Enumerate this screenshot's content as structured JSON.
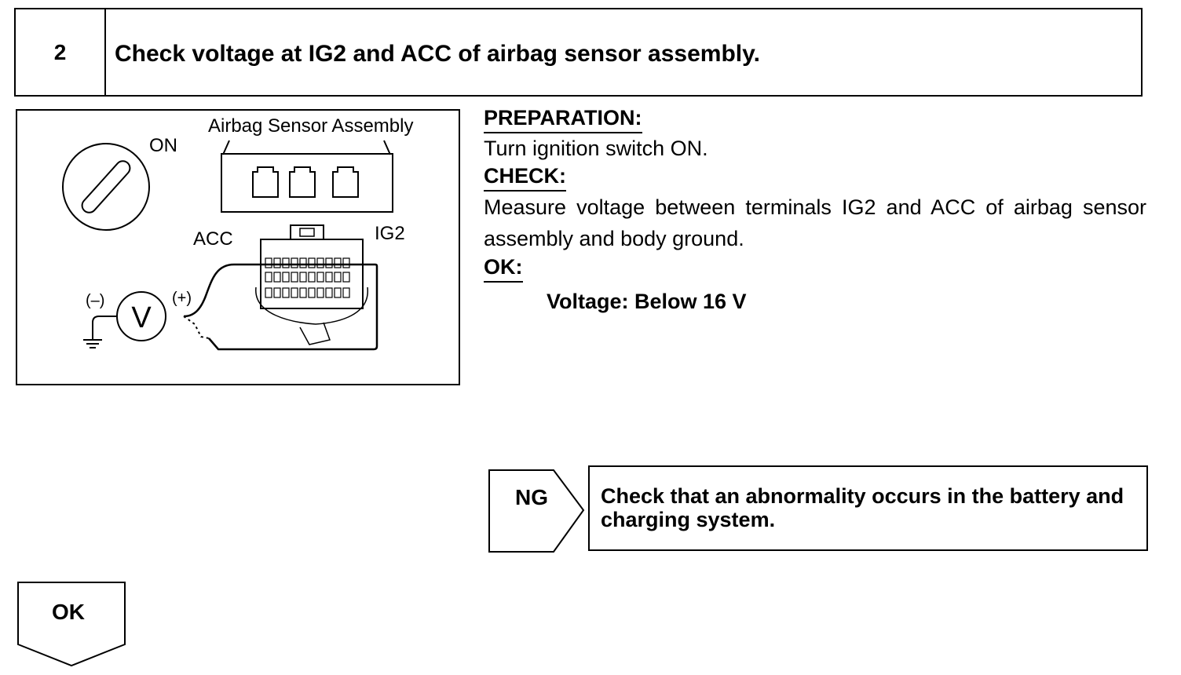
{
  "step": {
    "number": "2",
    "title": "Check voltage at IG2 and ACC of airbag sensor assembly."
  },
  "diagram": {
    "on_label": "ON",
    "assembly_label": "Airbag Sensor Assembly",
    "acc_label": "ACC",
    "ig2_label": "IG2",
    "minus_label": "(–)",
    "plus_label": "(+)",
    "meter_symbol": "V"
  },
  "instructions": {
    "preparation_heading": "PREPARATION:",
    "preparation_text": "Turn ignition switch ON.",
    "check_heading": "CHECK:",
    "check_text": "Measure voltage between terminals IG2 and ACC of airbag sensor assembly and body ground.",
    "ok_heading": "OK:",
    "ok_spec": "Voltage: Below 16 V"
  },
  "outcomes": {
    "ng_label": "NG",
    "ng_text": "Check that an abnormality occurs in the battery and charging system.",
    "ok_label": "OK"
  }
}
